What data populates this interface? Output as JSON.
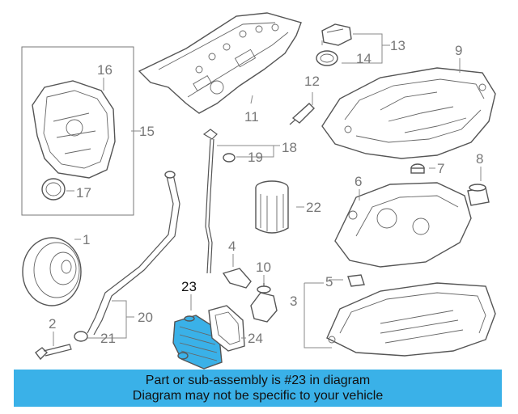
{
  "callouts": {
    "c1": "1",
    "c2": "2",
    "c3": "3",
    "c4": "4",
    "c5": "5",
    "c6": "6",
    "c7": "7",
    "c8": "8",
    "c9": "9",
    "c10": "10",
    "c11": "11",
    "c12": "12",
    "c13": "13",
    "c14": "14",
    "c15": "15",
    "c16": "16",
    "c17": "17",
    "c18": "18",
    "c19": "19",
    "c20": "20",
    "c21": "21",
    "c22": "22",
    "c23": "23",
    "c24": "24"
  },
  "highlight": {
    "part_number": "23",
    "color": "#3ab1e8"
  },
  "banner": {
    "line1": "Part or sub-assembly is #23 in diagram",
    "line2": "Diagram may not be specific to your vehicle"
  }
}
